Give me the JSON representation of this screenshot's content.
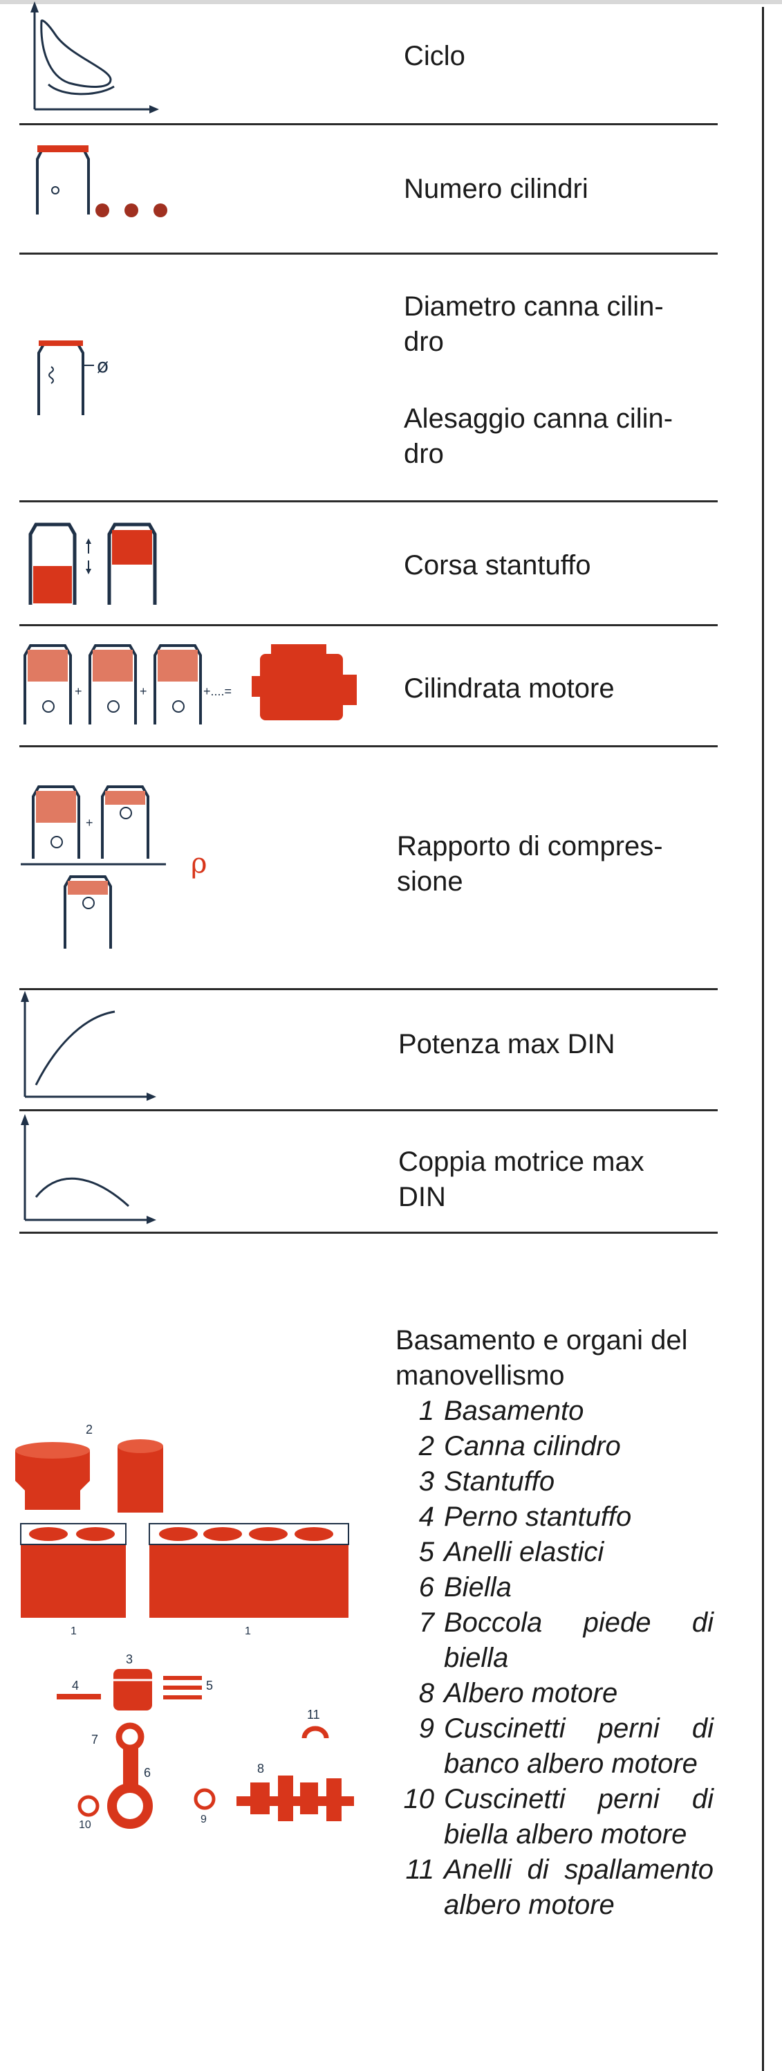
{
  "rows": [
    {
      "id": "ciclo",
      "label": "Ciclo",
      "icon": "pv-cycle-diagram-icon"
    },
    {
      "id": "numero",
      "label": "Numero cilindri",
      "icon": "cylinder-count-icon"
    },
    {
      "id": "diametro",
      "label": "Diametro canna cilin-\ndro",
      "label2": "Alesaggio canna cilin-\ndro",
      "icon": "cylinder-bore-icon",
      "symbol": "ø"
    },
    {
      "id": "corsa",
      "label": "Corsa stantuffo",
      "icon": "piston-stroke-icon"
    },
    {
      "id": "cilindrata",
      "label": "Cilindrata motore",
      "icon": "engine-displacement-icon",
      "symbol": "+....="
    },
    {
      "id": "rapporto",
      "label": "Rapporto di compres-\nsione",
      "icon": "compression-ratio-icon",
      "symbol": "ρ"
    },
    {
      "id": "potenza",
      "label": "Potenza max DIN",
      "icon": "power-curve-icon"
    },
    {
      "id": "coppia",
      "label": "Coppia motrice max\nDIN",
      "icon": "torque-curve-icon"
    }
  ],
  "basamento": {
    "title": "Basamento e organi del manovellismo",
    "items": [
      {
        "n": "1",
        "t": "Basamento"
      },
      {
        "n": "2",
        "t": "Canna cilindro"
      },
      {
        "n": "3",
        "t": "Stantuffo"
      },
      {
        "n": "4",
        "t": "Perno stantuffo"
      },
      {
        "n": "5",
        "t": "Anelli elastici"
      },
      {
        "n": "6",
        "t": "Biella"
      },
      {
        "n": "7",
        "t": "Boccola piede di biella"
      },
      {
        "n": "8",
        "t": "Albero motore"
      },
      {
        "n": "9",
        "t": "Cuscinetti perni di banco albero motore"
      },
      {
        "n": "10",
        "t": "Cuscinetti perni di biella albero motore"
      },
      {
        "n": "11",
        "t": "Anelli di spallamento albero motore"
      }
    ],
    "callouts": [
      "2",
      "1",
      "1",
      "3",
      "4",
      "5",
      "11",
      "7",
      "6",
      "8",
      "10",
      "9"
    ]
  },
  "colors": {
    "accent": "#d8361b",
    "ink": "#1f3147"
  }
}
